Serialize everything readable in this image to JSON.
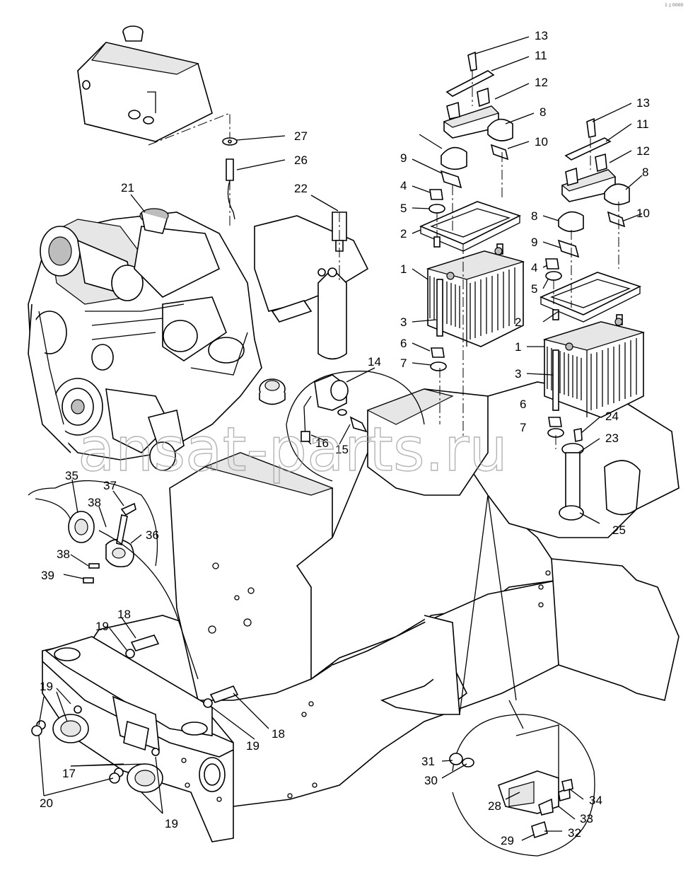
{
  "diagram": {
    "code": "1 ▯ 0000",
    "watermark": "ansat-parts.ru",
    "callouts": [
      "13",
      "11",
      "12",
      "8",
      "10",
      "9",
      "4",
      "5",
      "2",
      "1",
      "3",
      "6",
      "7",
      "13",
      "11",
      "12",
      "8",
      "8",
      "10",
      "9",
      "4",
      "5",
      "2",
      "1",
      "3",
      "6",
      "7",
      "27",
      "26",
      "21",
      "22",
      "14",
      "16",
      "15",
      "24",
      "23",
      "25",
      "35",
      "37",
      "38",
      "36",
      "38",
      "39",
      "18",
      "19",
      "19",
      "17",
      "20",
      "19",
      "18",
      "19",
      "31",
      "30",
      "28",
      "34",
      "33",
      "29",
      "32"
    ]
  }
}
